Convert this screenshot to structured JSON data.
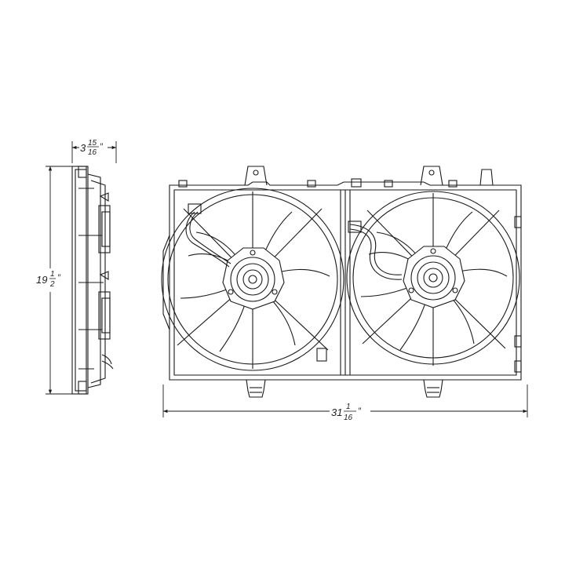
{
  "diagram": {
    "depth": {
      "whole": "3",
      "num": "15",
      "den": "16",
      "mark": "″"
    },
    "height": {
      "whole": "19",
      "num": "1",
      "den": "2",
      "mark": "″"
    },
    "width": {
      "whole": "31",
      "num": "1",
      "den": "16",
      "mark": "″"
    }
  },
  "colors": {
    "line": "#1a1a1a",
    "background": "#ffffff"
  }
}
